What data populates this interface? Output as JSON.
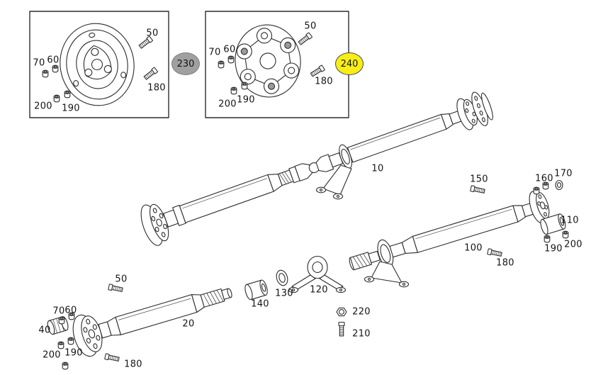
{
  "badges": {
    "b230": "230",
    "b230_color": "#a0a0a0",
    "b240": "240",
    "b240_color": "#f7ee19"
  },
  "labels": {
    "d1_50": "50",
    "d1_70": "70",
    "d1_60": "60",
    "d1_180": "180",
    "d1_200": "200",
    "d1_190": "190",
    "d2_50": "50",
    "d2_70": "70",
    "d2_60": "60",
    "d2_180": "180",
    "d2_200": "200",
    "d2_190": "190",
    "shaft_front": "10",
    "shaft_bottom": "20",
    "shaft_rear": "100",
    "r_150": "150",
    "r_160": "160",
    "r_170": "170",
    "r_110": "110",
    "r_190": "190",
    "r_200": "200",
    "r_180": "180",
    "b_50": "50",
    "b_70": "70",
    "b_60": "60",
    "b_40": "40",
    "b_200": "200",
    "b_190": "190",
    "b_180": "180",
    "b_140": "140",
    "b_130": "130",
    "b_120": "120",
    "b_220": "220",
    "b_210": "210"
  }
}
